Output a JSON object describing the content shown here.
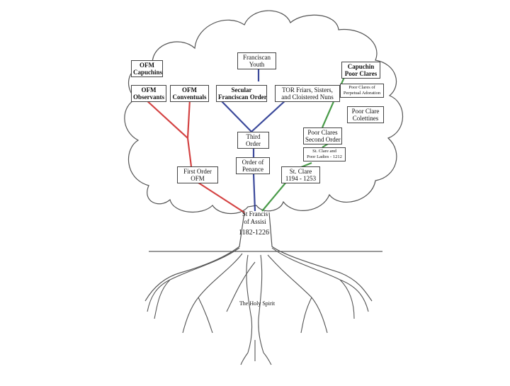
{
  "colors": {
    "red": "#cc2222",
    "blue": "#1a2a8a",
    "green": "#2a8a2a",
    "outline": "#555555"
  },
  "nodes": {
    "ofm_capuchins": {
      "line1": "OFM",
      "line2": "Capuchins"
    },
    "ofm_observants": {
      "line1": "OFM",
      "line2": "Observants"
    },
    "ofm_conventuals": {
      "line1": "OFM",
      "line2": "Conventuals"
    },
    "franciscan_youth": {
      "line1": "Franciscan",
      "line2": "Youth"
    },
    "secular_order": {
      "line1": "Secular",
      "line2": "Franciscan Order"
    },
    "tor": {
      "line1": "TOR Friars, Sisters,",
      "line2": "and Cloistered Nuns"
    },
    "capuchin_poor_clares": {
      "line1": "Capuchin",
      "line2": "Poor Clares"
    },
    "poor_clares_adoration": {
      "line1": "Poor Clares of",
      "line2": "Perpetual Adoration"
    },
    "poor_clare_colettines": {
      "line1": "Poor Clare",
      "line2": "Colettines"
    },
    "poor_clares_second": {
      "line1": "Poor Clares",
      "line2": "Second Order"
    },
    "st_clare_poor_ladies": {
      "line1": "St. Clare and",
      "line2": "Poor Ladies - 1212"
    },
    "third_order": {
      "line1": "Third",
      "line2": "Order"
    },
    "order_of_penance": {
      "line1": "Order of",
      "line2": "Penance"
    },
    "st_clare": {
      "line1": "St. Clare",
      "line2": "1194 - 1253"
    },
    "first_order": {
      "line1": "First Order",
      "line2": "OFM"
    },
    "st_francis": {
      "line1": "St Francis",
      "line2": "of Assisi"
    }
  },
  "francis_dates": "1182-1226",
  "holy_spirit": "The Holy Spirit"
}
